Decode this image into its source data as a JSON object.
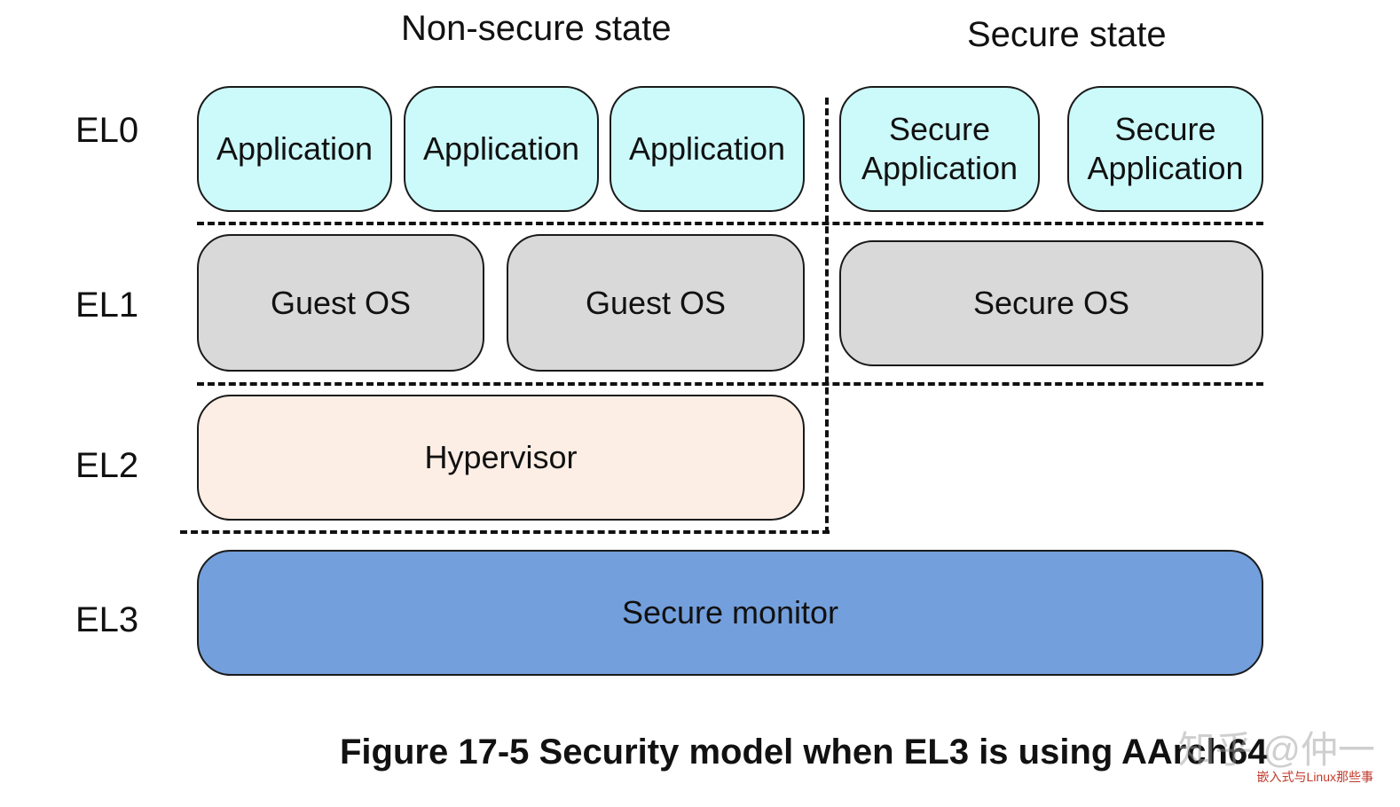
{
  "headers": {
    "non_secure": "Non-secure state",
    "secure": "Secure state"
  },
  "levels": {
    "el0": "EL0",
    "el1": "EL1",
    "el2": "EL2",
    "el3": "EL3"
  },
  "el0_boxes": {
    "app1": "Application",
    "app2": "Application",
    "app3": "Application",
    "secure_app1": "Secure Application",
    "secure_app2": "Secure Application"
  },
  "el1_boxes": {
    "guest_os1": "Guest OS",
    "guest_os2": "Guest OS",
    "secure_os": "Secure OS"
  },
  "el2_boxes": {
    "hypervisor": "Hypervisor"
  },
  "el3_boxes": {
    "secure_monitor": "Secure monitor"
  },
  "caption": "Figure 17-5 Security model when EL3 is using AArch64",
  "watermark": {
    "main": "知乎 @仲一",
    "sub": "嵌入式与Linux那些事"
  },
  "colors": {
    "application": "#ccfafa",
    "os": "#d9d9d9",
    "hypervisor": "#fceee4",
    "secure_monitor": "#739fdc"
  }
}
